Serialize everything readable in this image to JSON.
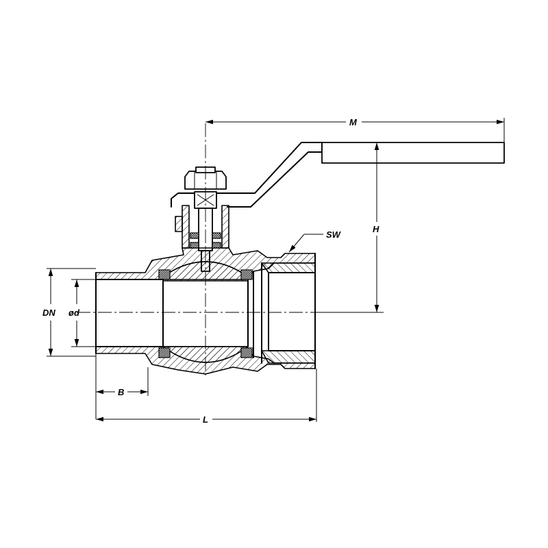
{
  "drawing": {
    "labels": {
      "M": "M",
      "H": "H",
      "SW": "SW",
      "DN": "DN",
      "d": "ød",
      "B": "B",
      "L": "L"
    }
  }
}
